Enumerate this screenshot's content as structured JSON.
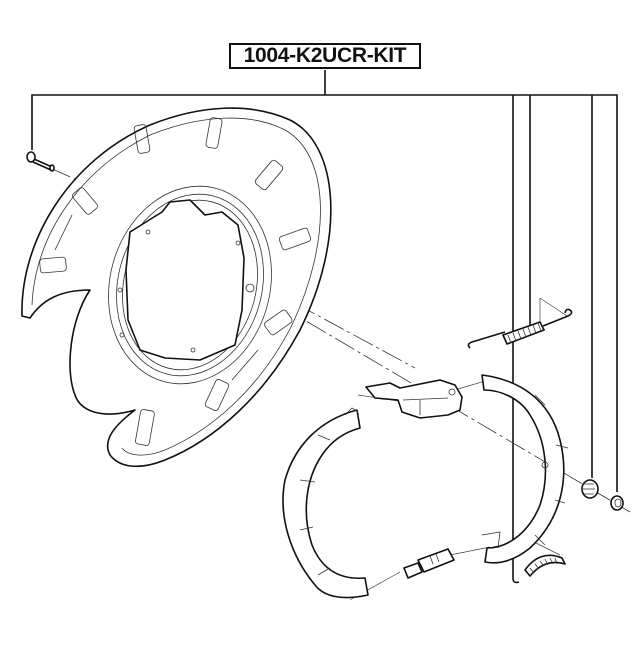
{
  "diagram": {
    "title": "1004-K2UCR-KIT",
    "type": "exploded parts diagram",
    "subject": "parking brake shoe kit with backing plate",
    "colors": {
      "line": "#111111",
      "background": "#ffffff"
    },
    "parts": [
      {
        "id": "bolt",
        "name": "Mounting bolt",
        "in_kit": true
      },
      {
        "id": "backing-plate",
        "name": "Brake backing plate / dust shield",
        "in_kit": false
      },
      {
        "id": "upper-return-spring",
        "name": "Upper return spring",
        "in_kit": true
      },
      {
        "id": "adjuster-lever",
        "name": "Actuating lever / strut",
        "in_kit": false
      },
      {
        "id": "brake-shoe-left",
        "name": "Parking brake shoe (left)",
        "in_kit": true
      },
      {
        "id": "brake-shoe-right",
        "name": "Parking brake shoe (right)",
        "in_kit": true
      },
      {
        "id": "adjuster",
        "name": "Adjuster screw assembly",
        "in_kit": false
      },
      {
        "id": "lower-return-spring",
        "name": "Lower return spring",
        "in_kit": true
      },
      {
        "id": "hold-down-spring",
        "name": "Hold-down spring",
        "in_kit": true
      },
      {
        "id": "hold-down-cup",
        "name": "Hold-down retainer cup",
        "in_kit": true
      }
    ]
  }
}
